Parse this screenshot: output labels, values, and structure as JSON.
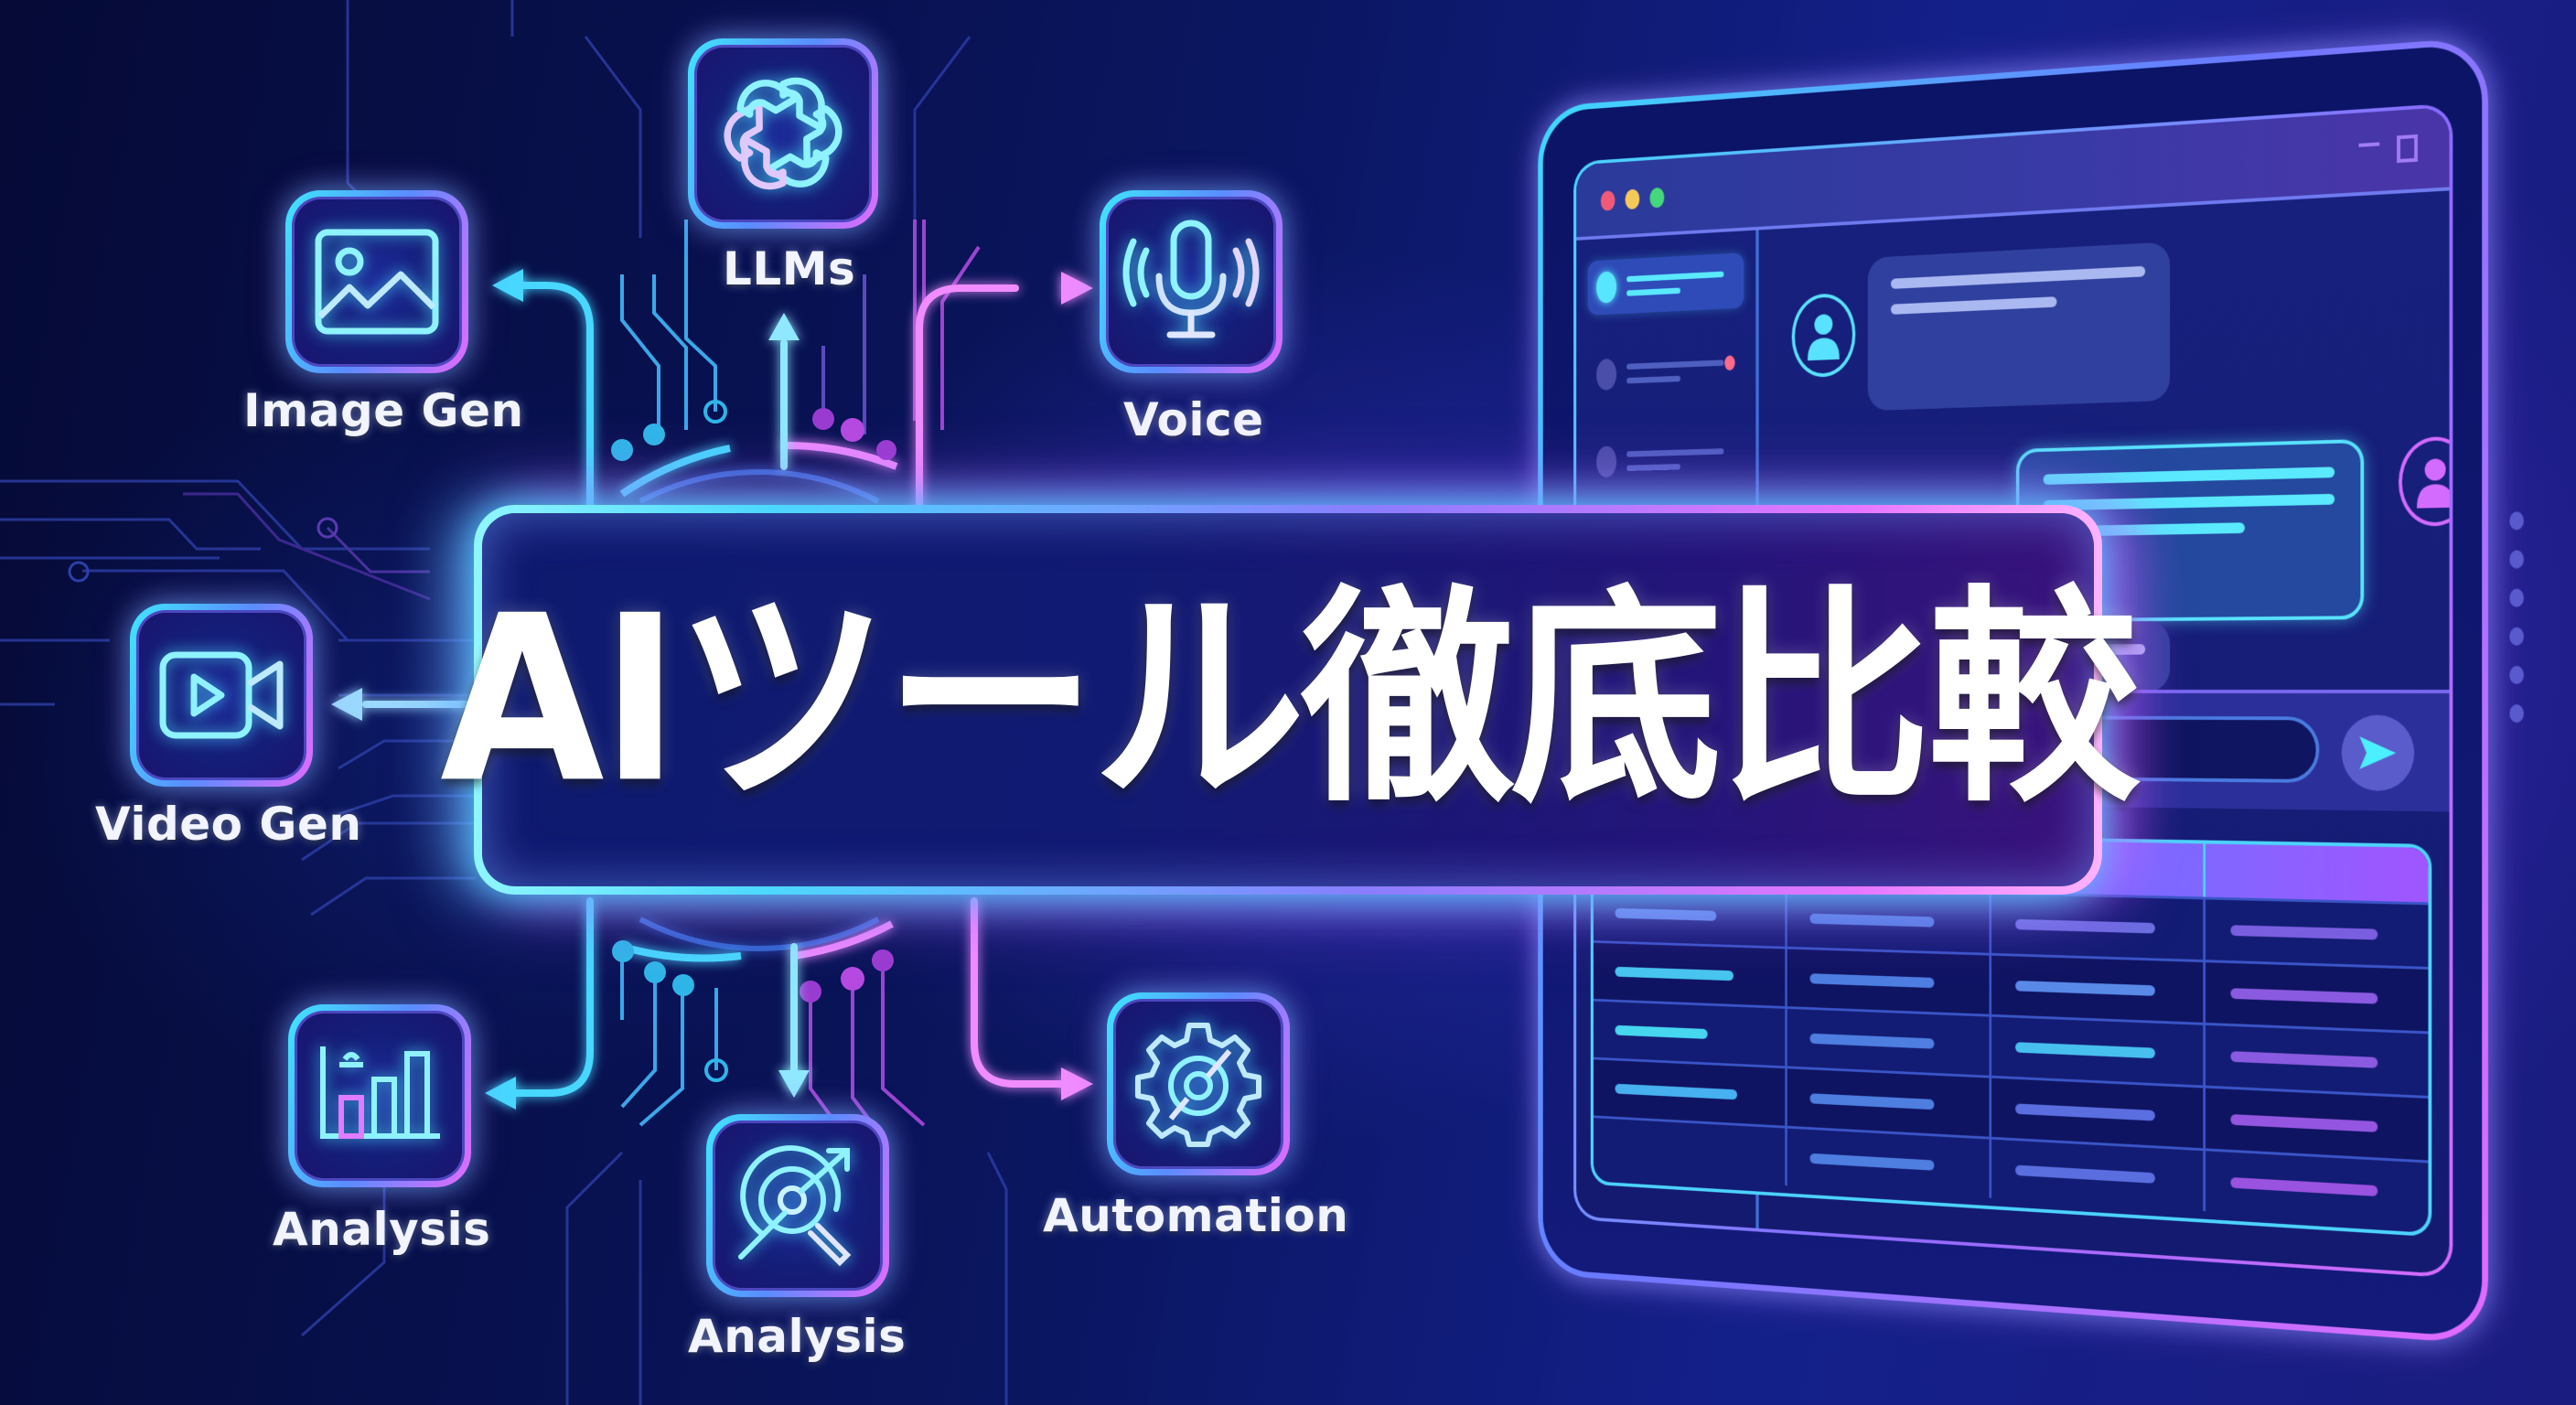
{
  "banner": {
    "title": "AIツール徹底比較"
  },
  "tools": [
    {
      "id": "llms",
      "label": "LLMs",
      "icon": "openai-knot-icon"
    },
    {
      "id": "image-gen",
      "label": "Image Gen",
      "icon": "image-icon"
    },
    {
      "id": "voice",
      "label": "Voice",
      "icon": "microphone-icon"
    },
    {
      "id": "video-gen",
      "label": "Video Gen",
      "icon": "video-camera-icon"
    },
    {
      "id": "analysis-chart",
      "label": "Analysis",
      "icon": "bar-chart-icon"
    },
    {
      "id": "analysis-target",
      "label": "Analysis",
      "icon": "target-magnifier-icon"
    },
    {
      "id": "automation",
      "label": "Automation",
      "icon": "gear-icon"
    }
  ],
  "mock_window": {
    "traffic_lights": [
      "#f05a78",
      "#f4c95a",
      "#45d77b"
    ],
    "window_controls": [
      "minimize-icon",
      "maximize-icon"
    ],
    "contacts_count": 4,
    "unread_badge_color": "#ff6a8a",
    "send_icon": "send-icon",
    "table": {
      "columns": 4,
      "rows": 7
    }
  },
  "colors": {
    "background": "#050b3a",
    "cyan_accent": "#3fe6ff",
    "magenta_accent": "#e36bff",
    "title_text": "#ffffff",
    "label_text": "#f2f4ff"
  }
}
